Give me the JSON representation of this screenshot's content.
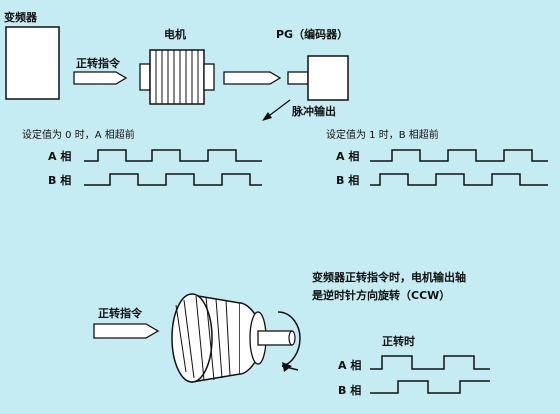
{
  "top": {
    "inverter_label": "变频器",
    "forward_cmd_label": "正转指令",
    "motor_label": "电机",
    "pg_label": "PG（编码器）",
    "pulse_out_label": "脉冲输出"
  },
  "timing_left": {
    "title": "设定值为 0 时，A 相超前",
    "phase_a": "A 相",
    "phase_b": "B 相"
  },
  "timing_right": {
    "title": "设定值为 1 时，B 相超前",
    "phase_a": "A 相",
    "phase_b": "B 相"
  },
  "bottom": {
    "note_line1": "变频器正转指令时，电机输出轴",
    "note_line2": "是逆时针方向旋转（CCW）",
    "forward_cmd_label": "正转指令",
    "forward_time_label": "正转时",
    "phase_a": "A 相",
    "phase_b": "B 相"
  },
  "colors": {
    "background": "#c4ecf2",
    "ink": "#111111",
    "box_fill": "#ffffff"
  }
}
